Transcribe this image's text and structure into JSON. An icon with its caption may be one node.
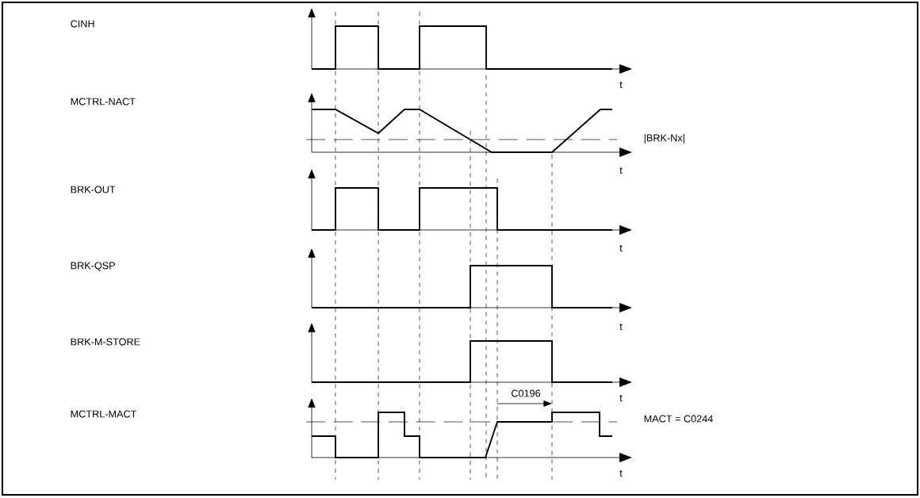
{
  "diagram": {
    "labels": [
      "CINH",
      "t",
      "MCTRL-NACT",
      "|BRK-Nx|",
      "t",
      "BRK-OUT",
      "t",
      "BRK-QSP",
      "t",
      "BRK-M-STORE",
      "C0196",
      "t",
      "MCTRL-MACT",
      "MACT = C0244",
      "t"
    ]
  }
}
